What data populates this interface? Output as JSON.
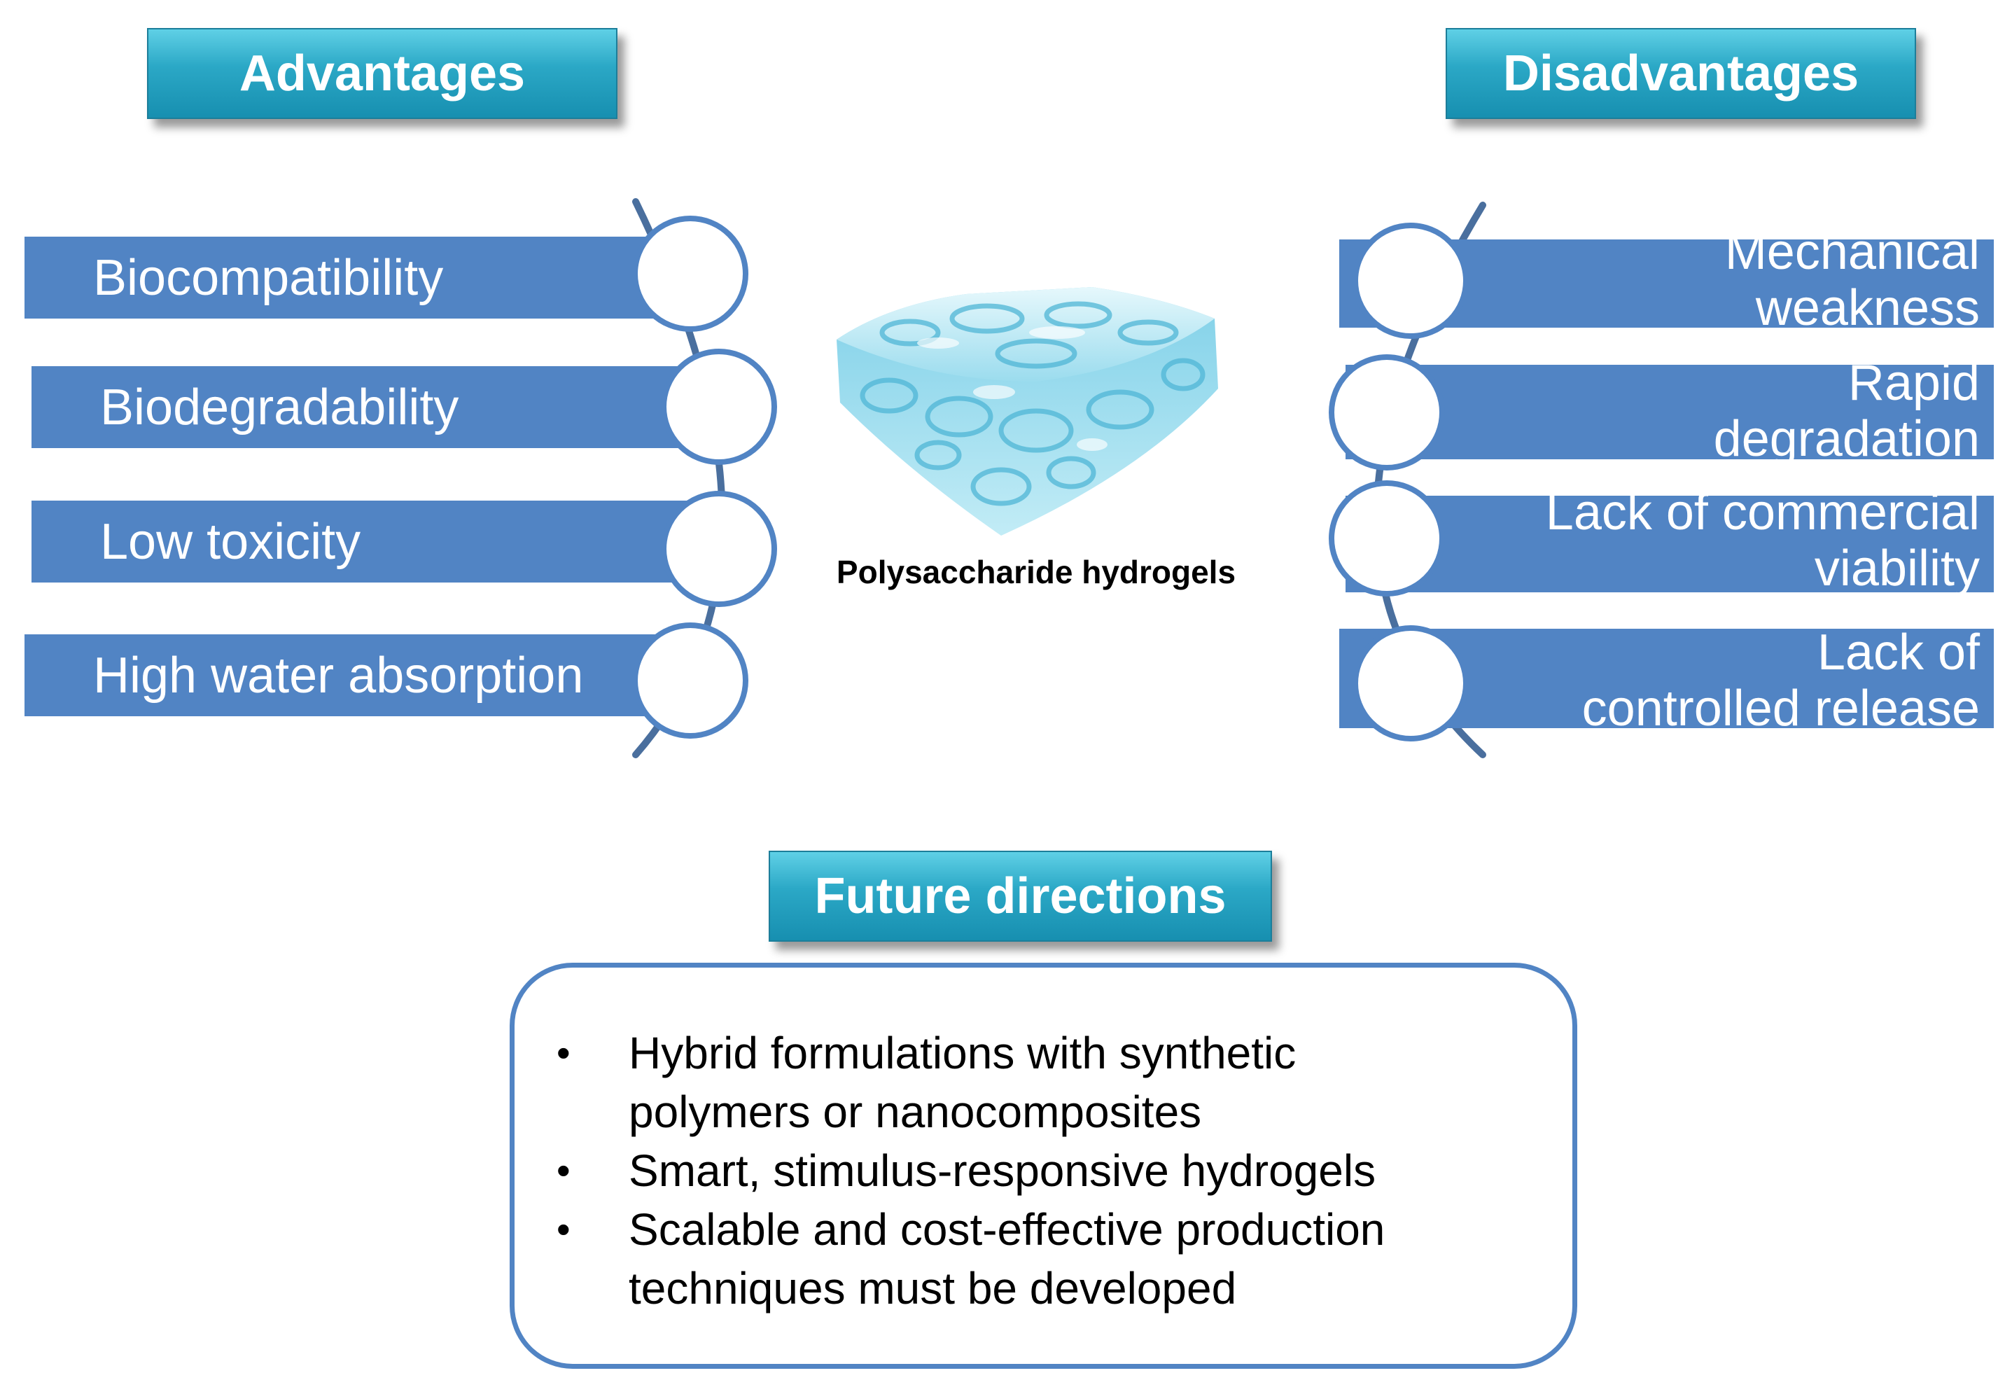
{
  "advantages": {
    "title": "Advantages",
    "items": [
      "Biocompatibility",
      "Biodegradability",
      "Low toxicity",
      "High water absorption"
    ]
  },
  "disadvantages": {
    "title": "Disadvantages",
    "items": [
      {
        "line1": "Mechanical",
        "line2": "weakness"
      },
      {
        "line1": "Rapid",
        "line2": "degradation"
      },
      {
        "line1": "Lack of commercial",
        "line2": "viability"
      },
      {
        "line1": "Lack of",
        "line2": "controlled release"
      }
    ]
  },
  "center": {
    "caption": "Polysaccharide hydrogels"
  },
  "future": {
    "title": "Future directions",
    "bullet": "•",
    "items": [
      {
        "line1": "Hybrid formulations with synthetic",
        "line2": "polymers or nanocomposites"
      },
      {
        "line1": "Smart, stimulus-responsive hydrogels",
        "line2": ""
      },
      {
        "line1": "Scalable and cost-effective production",
        "line2": "techniques must be developed"
      }
    ]
  },
  "colors": {
    "band": "#5184c4",
    "arc": "#4a6f9e",
    "header_top": "#5fd0e6",
    "header_bottom": "#178fb0"
  }
}
